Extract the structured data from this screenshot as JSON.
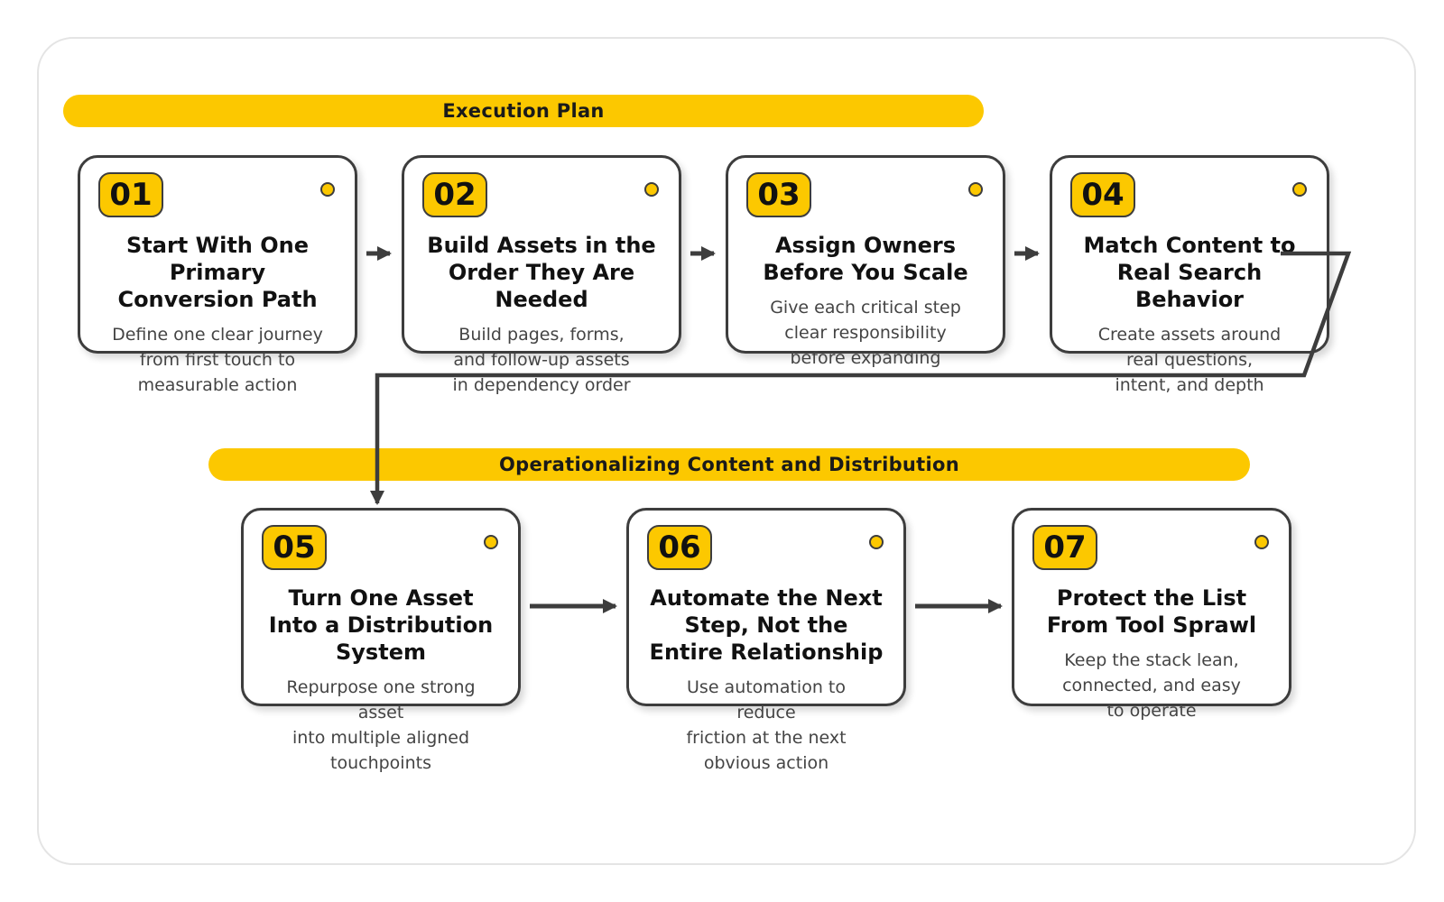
{
  "sections": [
    {
      "title": "Execution Plan"
    },
    {
      "title": "Operationalizing Content and Distribution"
    }
  ],
  "steps": [
    {
      "number": "01",
      "title": "Start With One\nPrimary\nConversion Path",
      "description": "Define one clear journey\nfrom first touch to\nmeasurable action"
    },
    {
      "number": "02",
      "title": "Build Assets in the\nOrder They Are\nNeeded",
      "description": "Build pages, forms,\nand follow-up assets\nin dependency order"
    },
    {
      "number": "03",
      "title": "Assign Owners\nBefore You Scale",
      "description": "Give each critical step\nclear responsibility\nbefore expanding"
    },
    {
      "number": "04",
      "title": "Match Content to\nReal Search\nBehavior",
      "description": "Create assets around\nreal questions,\nintent, and depth"
    },
    {
      "number": "05",
      "title": "Turn One Asset\nInto a Distribution\nSystem",
      "description": "Repurpose one strong\nasset\ninto multiple aligned\ntouchpoints"
    },
    {
      "number": "06",
      "title": "Automate the Next\nStep, Not the\nEntire Relationship",
      "description": "Use automation to\nreduce\nfriction at the next\nobvious action"
    },
    {
      "number": "07",
      "title": "Protect the List\nFrom Tool Sprawl",
      "description": "Keep the stack lean,\nconnected, and easy\nto operate"
    }
  ],
  "colors": {
    "accent": "#fcc800",
    "stroke": "#3d3d3d"
  }
}
